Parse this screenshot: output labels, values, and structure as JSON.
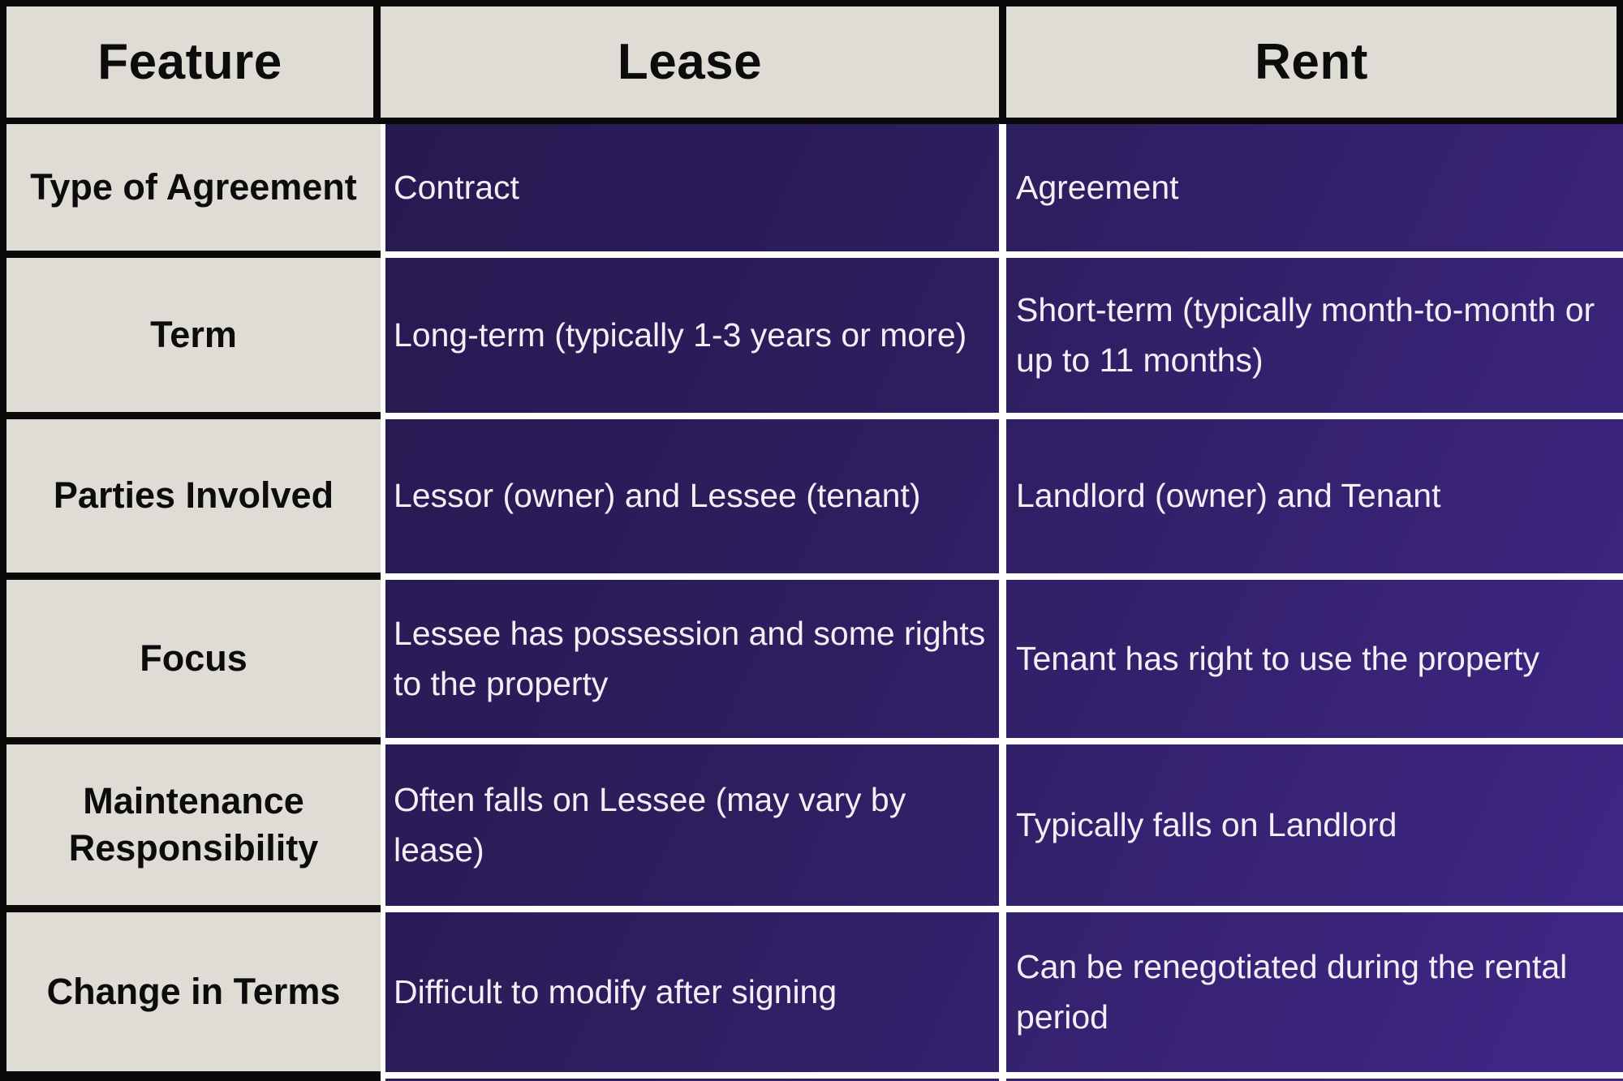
{
  "chart_data": {
    "type": "table",
    "title": "",
    "columns": [
      "Feature",
      "Lease",
      "Rent"
    ],
    "rows": [
      [
        "Type of Agreement",
        "Contract",
        "Agreement"
      ],
      [
        "Term",
        "Long-term (typically 1-3 years or more)",
        "Short-term (typically month-to-month or up to 11 months)"
      ],
      [
        "Parties Involved",
        "Lessor (owner) and Lessee (tenant)",
        "Landlord (owner) and Tenant"
      ],
      [
        "Focus",
        "Lessee has possession and some rights to the property",
        "Tenant has right to use the property"
      ],
      [
        "Maintenance Responsibility",
        "Often falls on Lessee (may vary by lease)",
        "Typically falls on Landlord"
      ],
      [
        "Change in Terms",
        "Difficult to modify after signing",
        "Can be renegotiated during the rental period"
      ]
    ],
    "layout": {
      "header_row": "top",
      "label_column": "left",
      "grid": "on",
      "gridline_color_body": "#ffffff",
      "gridline_color_header": "#0b0a0a"
    }
  },
  "colors": {
    "light_cell": "#dfdbd5",
    "border_black": "#0b0a0a",
    "gutter_white": "#ffffff",
    "dark_gradient_start": "#231849",
    "dark_gradient_end": "#402787",
    "body_text": "#f2f0f6",
    "header_text": "#0d0c0c"
  }
}
